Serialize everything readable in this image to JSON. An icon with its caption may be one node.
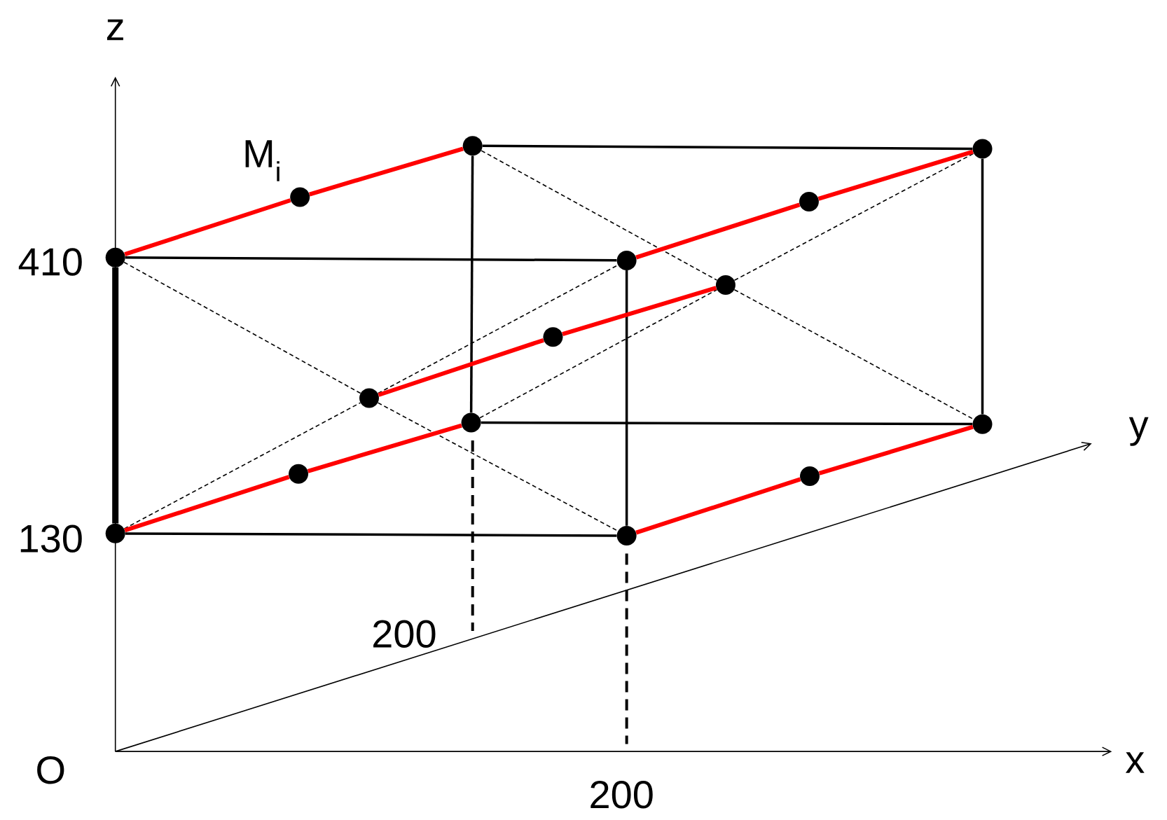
{
  "diagram": {
    "nodes": [
      {
        "text": [],
        "shape": "circle"
      },
      {
        "text": [],
        "shape": "circle"
      },
      {
        "text": [],
        "shape": "circle",
        "beside": [
          "M$_{i}$"
        ]
      },
      {
        "text": [],
        "shape": "circle"
      },
      {
        "text": [],
        "shape": "circle"
      },
      {
        "text": [],
        "shape": "circle"
      },
      {
        "text": [],
        "shape": "circle"
      },
      {
        "text": [],
        "shape": "circle"
      },
      {
        "text": [],
        "shape": "circle"
      },
      {
        "text": [],
        "shape": "circle"
      },
      {
        "text": [],
        "shape": "circle"
      },
      {
        "text": [],
        "shape": "circle"
      },
      {
        "text": [],
        "shape": "circle"
      },
      {
        "text": [],
        "shape": "circle"
      },
      {
        "text": [],
        "shape": "circle"
      }
    ],
    "edges": [
      {
        "from": 4,
        "to": 5,
        "arrow": "none"
      },
      {
        "from": 13,
        "to": 14,
        "arrow": "none"
      },
      {
        "from": 4,
        "to": 13,
        "arrow": "none",
        "style": "thick"
      },
      {
        "from": 5,
        "to": 14,
        "arrow": "none"
      },
      {
        "from": 0,
        "to": 1,
        "arrow": "none"
      },
      {
        "from": 9,
        "to": 10,
        "arrow": "none"
      },
      {
        "from": 0,
        "to": 9,
        "arrow": "none"
      },
      {
        "from": 1,
        "to": 10,
        "arrow": "none"
      },
      {
        "from": 4,
        "to": 8,
        "arrow": "none",
        "style": "dashed"
      },
      {
        "from": 8,
        "to": 14,
        "arrow": "none",
        "style": "dashed"
      },
      {
        "from": 13,
        "to": 8,
        "arrow": "none",
        "style": "dashed"
      },
      {
        "from": 8,
        "to": 5,
        "arrow": "none",
        "style": "dashed"
      },
      {
        "from": 0,
        "to": 6,
        "arrow": "none",
        "style": "dashed"
      },
      {
        "from": 6,
        "to": 10,
        "arrow": "none",
        "style": "dashed"
      },
      {
        "from": 9,
        "to": 6,
        "arrow": "none",
        "style": "dashed"
      },
      {
        "from": 6,
        "to": 1,
        "arrow": "none",
        "style": "dashed"
      },
      {
        "from": 4,
        "to": 2,
        "arrow": "none",
        "color": "#ff0000"
      },
      {
        "from": 2,
        "to": 0,
        "arrow": "none",
        "color": "#ff0000"
      },
      {
        "from": 5,
        "to": 3,
        "arrow": "none",
        "color": "#ff0000"
      },
      {
        "from": 3,
        "to": 1,
        "arrow": "none",
        "color": "#ff0000"
      },
      {
        "from": 13,
        "to": 11,
        "arrow": "none",
        "color": "#ff0000"
      },
      {
        "from": 11,
        "to": 9,
        "arrow": "none",
        "color": "#ff0000"
      },
      {
        "from": 14,
        "to": 12,
        "arrow": "none",
        "color": "#ff0000"
      },
      {
        "from": 12,
        "to": 10,
        "arrow": "none",
        "color": "#ff0000"
      },
      {
        "from": 8,
        "to": 7,
        "arrow": "none",
        "color": "#ff0000"
      },
      {
        "from": 7,
        "to": 6,
        "arrow": "none",
        "color": "#ff0000"
      }
    ],
    "labels": [
      "z",
      "410",
      "y",
      "130",
      "200",
      "x",
      "O",
      "200"
    ]
  }
}
